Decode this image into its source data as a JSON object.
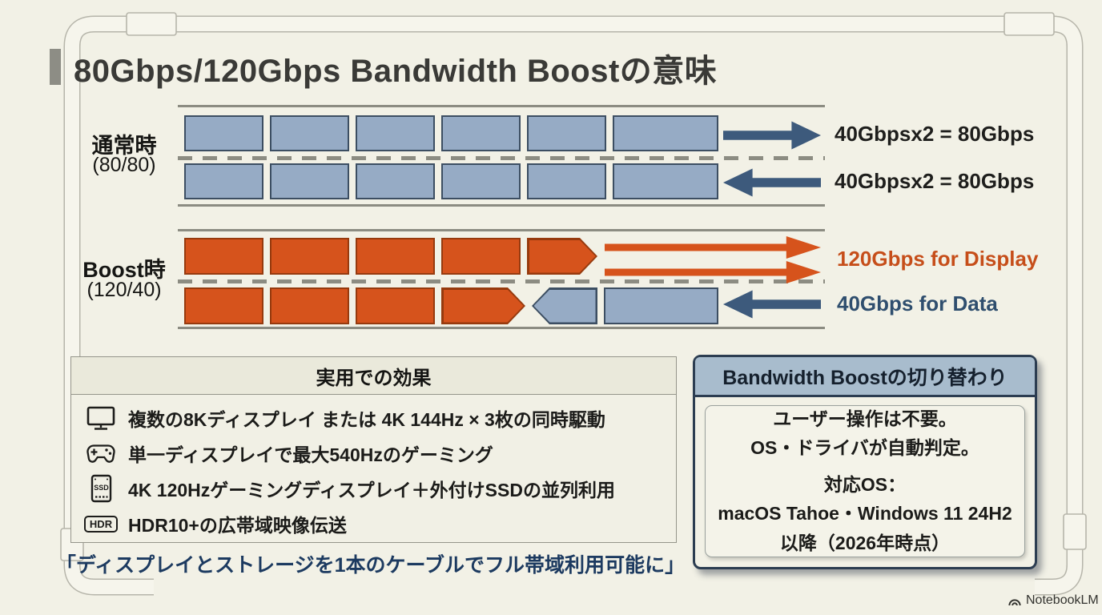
{
  "slide": {
    "title": "80Gbps/120Gbps Bandwidth Boostの意味",
    "brand": "NotebookLM"
  },
  "colors": {
    "background": "#f2f1e6",
    "lane_blue_fill": "#96abc5",
    "lane_blue_border": "#3c4e62",
    "lane_orange_fill": "#d6531c",
    "lane_orange_border": "#963a0e",
    "arrow_steel": "#3d5a7c",
    "arrow_orange": "#d6531c",
    "caption_orange": "#c64e1a",
    "caption_steel": "#2f4e6e",
    "quote_navy": "#1c3a60",
    "switch_header_bg": "#a8bccd",
    "switch_border": "#2c3d51"
  },
  "diagram": {
    "normal": {
      "label": "通常時",
      "sublabel": "(80/80)",
      "tx_caption": "40Gbpsx2 = 80Gbps",
      "rx_caption": "40Gbpsx2 = 80Gbps",
      "lanes": {
        "tx": {
          "direction": "right",
          "segments": [
            {
              "type": "rect",
              "color": "blue",
              "w": 99
            },
            {
              "type": "rect",
              "color": "blue",
              "w": 99
            },
            {
              "type": "rect",
              "color": "blue",
              "w": 99
            },
            {
              "type": "rect",
              "color": "blue",
              "w": 99
            },
            {
              "type": "rect",
              "color": "blue",
              "w": 99
            },
            {
              "type": "rect",
              "color": "blue",
              "w": 132
            }
          ]
        },
        "rx": {
          "direction": "left",
          "segments": [
            {
              "type": "rect",
              "color": "blue",
              "w": 99
            },
            {
              "type": "rect",
              "color": "blue",
              "w": 99
            },
            {
              "type": "rect",
              "color": "blue",
              "w": 99
            },
            {
              "type": "rect",
              "color": "blue",
              "w": 99
            },
            {
              "type": "rect",
              "color": "blue",
              "w": 99
            },
            {
              "type": "rect",
              "color": "blue",
              "w": 132
            }
          ]
        }
      }
    },
    "boost": {
      "label": "Boost時",
      "sublabel": "(120/40)",
      "tx_caption": "120Gbps for Display",
      "rx_caption": "40Gbps for Data",
      "lanes": {
        "tx": {
          "direction": "right",
          "segments": [
            {
              "type": "rect",
              "color": "orange",
              "w": 99
            },
            {
              "type": "rect",
              "color": "orange",
              "w": 99
            },
            {
              "type": "rect",
              "color": "orange",
              "w": 99
            },
            {
              "type": "rect",
              "color": "orange",
              "w": 99
            },
            {
              "type": "pent-right",
              "color": "orange",
              "w": 88
            }
          ]
        },
        "rx": {
          "direction": "left",
          "segments": [
            {
              "type": "rect",
              "color": "orange",
              "w": 99
            },
            {
              "type": "rect",
              "color": "orange",
              "w": 99
            },
            {
              "type": "rect",
              "color": "orange",
              "w": 99
            },
            {
              "type": "pent-right",
              "color": "orange",
              "w": 105
            },
            {
              "type": "pent-left",
              "color": "blue",
              "w": 82
            },
            {
              "type": "rect",
              "color": "blue",
              "w": 143
            }
          ]
        }
      }
    }
  },
  "effects_box": {
    "title": "実用での効果",
    "items": [
      {
        "icon": "display-icon",
        "text": "複数の8Kディスプレイ または 4K 144Hz × 3枚の同時駆動"
      },
      {
        "icon": "gamepad-icon",
        "text": "単一ディスプレイで最大540Hzのゲーミング"
      },
      {
        "icon": "ssd-icon",
        "icon_label": "SSD",
        "text": "4K 120Hzゲーミングディスプレイ＋外付けSSDの並列利用"
      },
      {
        "icon": "hdr-icon",
        "icon_label": "HDR",
        "text": "HDR10+の広帯域映像伝送"
      }
    ],
    "quote": "「ディスプレイとストレージを1本のケーブルでフル帯域利用可能に」"
  },
  "switch_box": {
    "title": "Bandwidth Boostの切り替わり",
    "lines": [
      "ユーザー操作は不要。",
      "OS・ドライバが自動判定。"
    ],
    "os_heading": "対応OS：",
    "os_lines": [
      "macOS Tahoe・Windows 11 24H2",
      "以降（2026年時点）"
    ]
  }
}
